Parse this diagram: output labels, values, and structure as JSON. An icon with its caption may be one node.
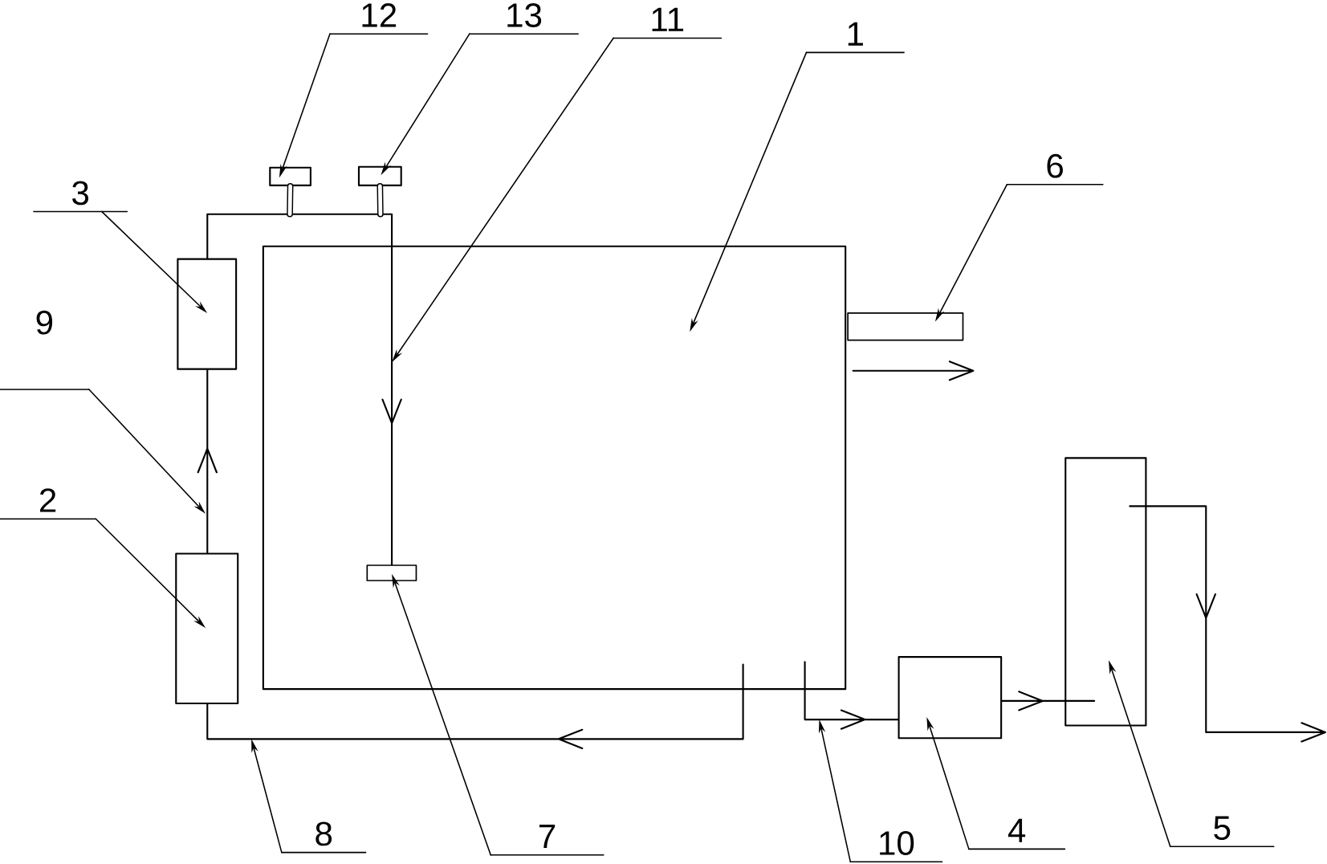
{
  "diagram": {
    "nodes": [
      {
        "text": [
          "12"
        ]
      },
      {
        "text": [
          "13"
        ]
      },
      {
        "text": [
          "11"
        ]
      },
      {
        "text": [
          "1"
        ]
      },
      {
        "text": [
          "6"
        ]
      },
      {
        "text": [
          "3"
        ]
      },
      {
        "text": [
          "9"
        ]
      },
      {
        "text": [
          "2"
        ]
      },
      {
        "text": [
          "8"
        ]
      },
      {
        "text": [
          "7"
        ]
      },
      {
        "text": [
          "10"
        ]
      },
      {
        "text": [
          "4"
        ]
      },
      {
        "text": [
          "5"
        ]
      },
      {
        "text": [],
        "shape": "box"
      },
      {
        "text": [],
        "shape": "box"
      },
      {
        "text": [],
        "shape": "box"
      },
      {
        "text": [],
        "shape": "bar"
      },
      {
        "text": [],
        "shape": "box"
      },
      {
        "text": [],
        "shape": "box"
      },
      {
        "text": [],
        "shape": "bar",
        "in": 15
      },
      {
        "text": [],
        "shape": "box"
      },
      {
        "text": [],
        "shape": "box"
      }
    ],
    "edges": [
      {
        "from": 0,
        "to": 13,
        "arrow": "to"
      },
      {
        "from": 1,
        "to": 14,
        "arrow": "to"
      },
      {
        "from": 2,
        "to": null,
        "arrow": "to"
      },
      {
        "from": 3,
        "to": 15,
        "arrow": "to"
      },
      {
        "from": 4,
        "to": 16,
        "arrow": "to"
      },
      {
        "from": 5,
        "to": 17,
        "arrow": "to"
      },
      {
        "from": 6,
        "to": null,
        "arrow": "to"
      },
      {
        "from": 7,
        "to": 18,
        "arrow": "to"
      },
      {
        "from": 8,
        "to": null,
        "arrow": "to"
      },
      {
        "from": 9,
        "to": 19,
        "arrow": "to"
      },
      {
        "from": 10,
        "to": null,
        "arrow": "to"
      },
      {
        "from": 11,
        "to": 20,
        "arrow": "to"
      },
      {
        "from": 12,
        "to": 21,
        "arrow": "to"
      },
      {
        "from": 18,
        "to": 17,
        "arrow": "to"
      },
      {
        "from": 17,
        "to": 19,
        "arrow": "to"
      },
      {
        "from": 15,
        "to": 18,
        "arrow": "to"
      },
      {
        "from": 15,
        "to": 20,
        "arrow": "to"
      },
      {
        "from": 20,
        "to": 21,
        "arrow": "to"
      },
      {
        "from": 21,
        "to": null,
        "arrow": "to"
      },
      {
        "from": 15,
        "to": null,
        "arrow": "to"
      },
      {
        "from": 13,
        "to": null,
        "arrow": "none",
        "style": "thick"
      },
      {
        "from": 14,
        "to": null,
        "arrow": "none",
        "style": "thick"
      }
    ]
  }
}
